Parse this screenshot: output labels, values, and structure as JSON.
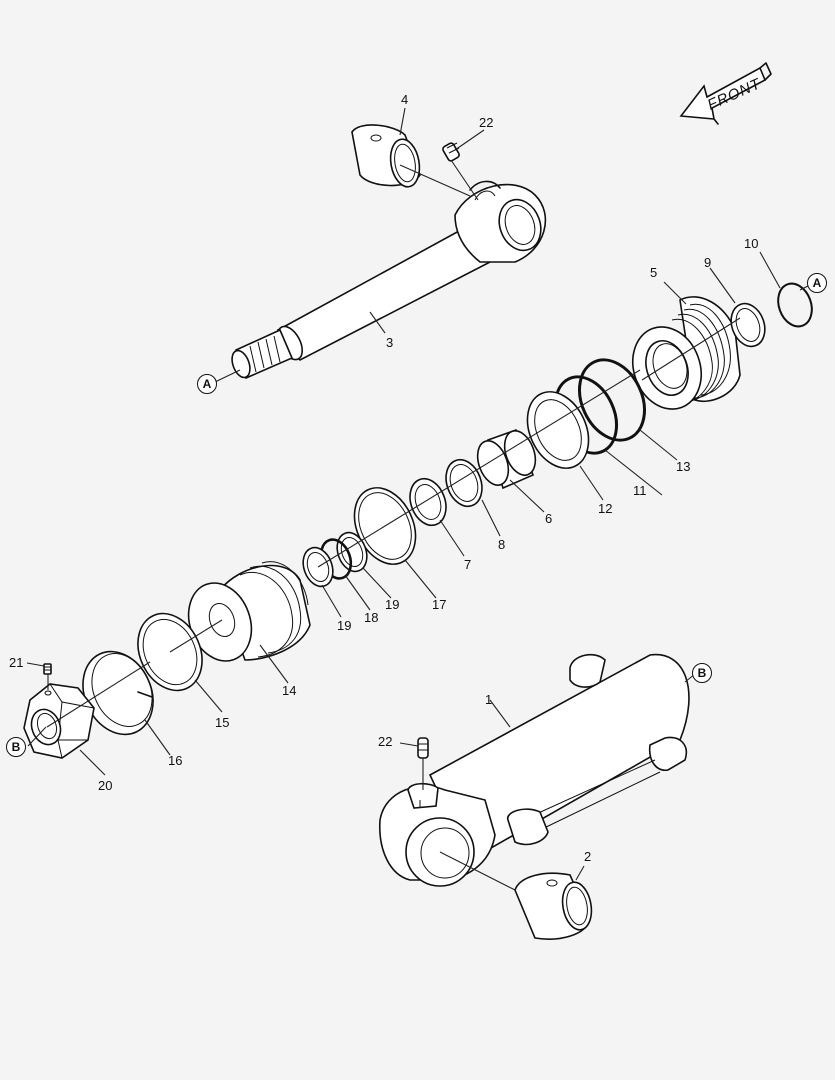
{
  "diagram": {
    "type": "exploded-parts-view",
    "subject": "hydraulic cylinder assembly",
    "direction_indicator": {
      "label": "FRONT",
      "icon": "arrow-left-icon"
    },
    "reference_markers": [
      {
        "id": "A",
        "label": "A",
        "locations": [
          "rod thread end",
          "gland snap ring"
        ]
      },
      {
        "id": "B",
        "label": "B",
        "locations": [
          "nut 20",
          "cylinder tube 1"
        ]
      }
    ],
    "callouts": [
      {
        "no": "1",
        "label": "1",
        "part": "cylinder tube"
      },
      {
        "no": "2",
        "label": "2",
        "part": "bushing (tube end)"
      },
      {
        "no": "3",
        "label": "3",
        "part": "piston rod"
      },
      {
        "no": "4",
        "label": "4",
        "part": "bushing (rod end)"
      },
      {
        "no": "5",
        "label": "5",
        "part": "gland"
      },
      {
        "no": "6",
        "label": "6",
        "part": "bushing"
      },
      {
        "no": "7",
        "label": "7",
        "part": "seal"
      },
      {
        "no": "8",
        "label": "8",
        "part": "ring"
      },
      {
        "no": "9",
        "label": "9",
        "part": "wiper ring"
      },
      {
        "no": "10",
        "label": "10",
        "part": "snap ring"
      },
      {
        "no": "11",
        "label": "11",
        "part": "o-ring"
      },
      {
        "no": "12",
        "label": "12",
        "part": "backup ring"
      },
      {
        "no": "13",
        "label": "13",
        "part": "o-ring"
      },
      {
        "no": "14",
        "label": "14",
        "part": "piston"
      },
      {
        "no": "15",
        "label": "15",
        "part": "seal"
      },
      {
        "no": "16",
        "label": "16",
        "part": "wear ring"
      },
      {
        "no": "17",
        "label": "17",
        "part": "seal"
      },
      {
        "no": "18",
        "label": "18",
        "part": "o-ring"
      },
      {
        "no": "19a",
        "label": "19",
        "part": "backup ring"
      },
      {
        "no": "19b",
        "label": "19",
        "part": "backup ring"
      },
      {
        "no": "20",
        "label": "20",
        "part": "nut"
      },
      {
        "no": "21",
        "label": "21",
        "part": "set screw"
      },
      {
        "no": "22a",
        "label": "22",
        "part": "grease fitting (rod)"
      },
      {
        "no": "22b",
        "label": "22",
        "part": "grease fitting (tube)"
      }
    ]
  }
}
